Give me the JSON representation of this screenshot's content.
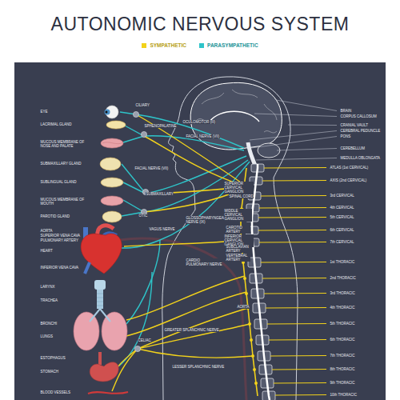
{
  "diagram": {
    "title": "AUTONOMIC NERVOUS SYSTEM",
    "nodes": [
      {
        "text": [
          "CILIARY"
        ]
      },
      {
        "text": [
          "SPHENOPALATINE"
        ]
      },
      {
        "text": [
          "SUBMAXILLARY"
        ]
      },
      {
        "text": [
          "OTIC"
        ]
      },
      {
        "text": [
          "CELIAC"
        ]
      }
    ],
    "labels": [
      "EYE",
      "LACRIMAL GLAND",
      "MUCOUS MEMBRANE OF NOSE AND PALATE",
      "SUBMAXILLARY GLAND",
      "SUBLINGUAL GLAND",
      "MUCOUS MEMBRANE OF MOUTH",
      "PAROTID GLAND",
      "AORTA",
      "SUPERIOR VENA CAVA",
      "PULMONARY ARTERY",
      "HEART",
      "INFERIOR VENA CAVA",
      "LARYNX",
      "TRACHEA",
      "BRONCHI",
      "LUNGS",
      "ESTOPHAGUS",
      "STOMACH",
      "BLOOD VESSELS",
      "OCULOMOTOR (III)",
      "FACIAL NERVE (VII)",
      "FACIAL NERVE (VII)",
      "GLOSSOPHARYNGEAL NERVE (IX)",
      "VAGUS NERVE",
      "SUPERIOR CERVICAL GANGLION",
      "SPINAL CORD",
      "MIDDLE CERVICAL GANGLION",
      "CAROTID ARTERY",
      "INFERIOR CERVICAL GANGLION",
      "SUBCLAVIAN ARTERY",
      "VERTEBRAL ARTERY",
      "CARDIO PULMONARY NERVE",
      "AORTA",
      "GREATER SPLANCHNIC NERVE",
      "LESSER SPLANCHNIC NERVE",
      "BRAIN",
      "CORPUS CALLOSUM",
      "CRANIAL VAULT",
      "CEREBRAL PEDUNCLE",
      "PONS",
      "CEREBELLUM",
      "MEDULLA OBLONGATA",
      "ATLAS (1st CERVICAL)",
      "AXIS (2nd CERVICAL)",
      "3rd CERVICAL",
      "4th CERVICAL",
      "5th CERVICAL",
      "6th CERVICAL",
      "7th CERVICAL",
      "1st THORACIC",
      "2nd THORACIC",
      "3rd THORACIC",
      "4th THORACIC",
      "5th THORACIC",
      "6th THORACIC",
      "7th THORACIC",
      "8th THORACIC",
      "9th THORACIC",
      "10th THORACIC"
    ],
    "legend": [
      {
        "text": "SYMPATHETIC",
        "color": "#f2d21b"
      },
      {
        "text": "PARASYMPATHETIC",
        "color": "#2ec4c9"
      }
    ]
  }
}
